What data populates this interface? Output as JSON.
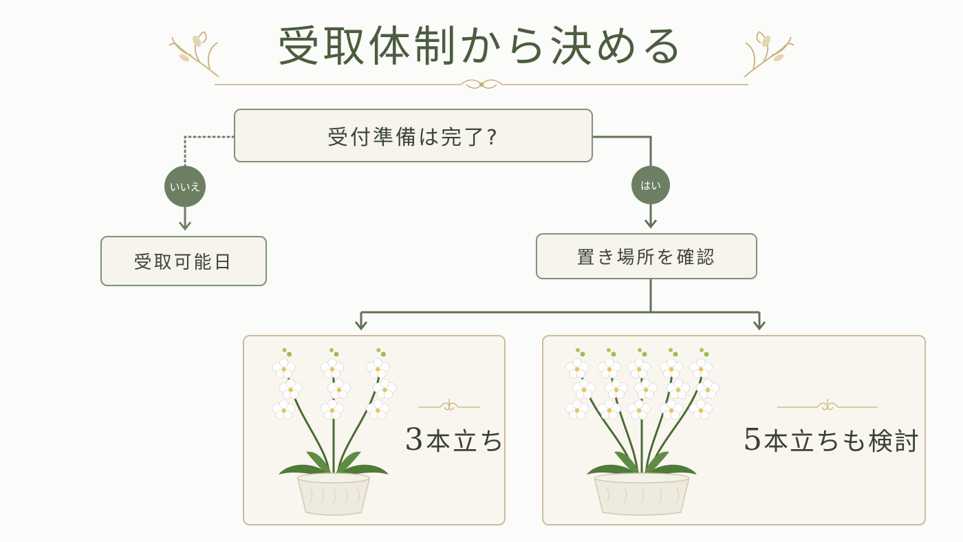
{
  "title": "受取体制から決める",
  "question": "受付準備は完了?",
  "branches": {
    "no": {
      "label": "いいえ",
      "result": "受取可能日"
    },
    "yes": {
      "label": "はい",
      "result": "置き場所を確認"
    }
  },
  "options": [
    {
      "number": "3",
      "label": "本立ち",
      "stems": 3
    },
    {
      "number": "5",
      "label": "本立ちも検討",
      "stems": 5
    }
  ],
  "colors": {
    "green": "#6c7f63",
    "line": "#5e7256",
    "gold": "#c9b07a",
    "box_fill": "#f6f4ec"
  }
}
